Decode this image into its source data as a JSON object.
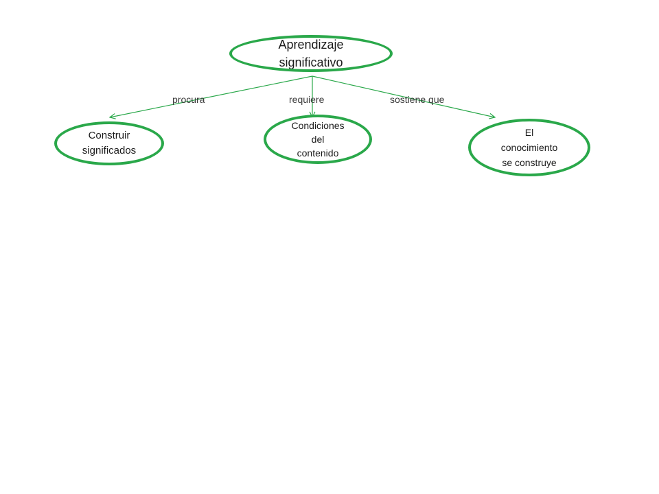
{
  "diagram": {
    "line_color": "#2aa84a",
    "root": {
      "text": "Aprendizaje\nsignificativo"
    },
    "children": [
      {
        "text": "Construir\nsignificados",
        "link": "procura"
      },
      {
        "text": "Condiciones\ndel\ncontenido",
        "link": "requiere"
      },
      {
        "text": "El\nconocimiento\nse construye",
        "link": "sostiene que"
      }
    ]
  }
}
